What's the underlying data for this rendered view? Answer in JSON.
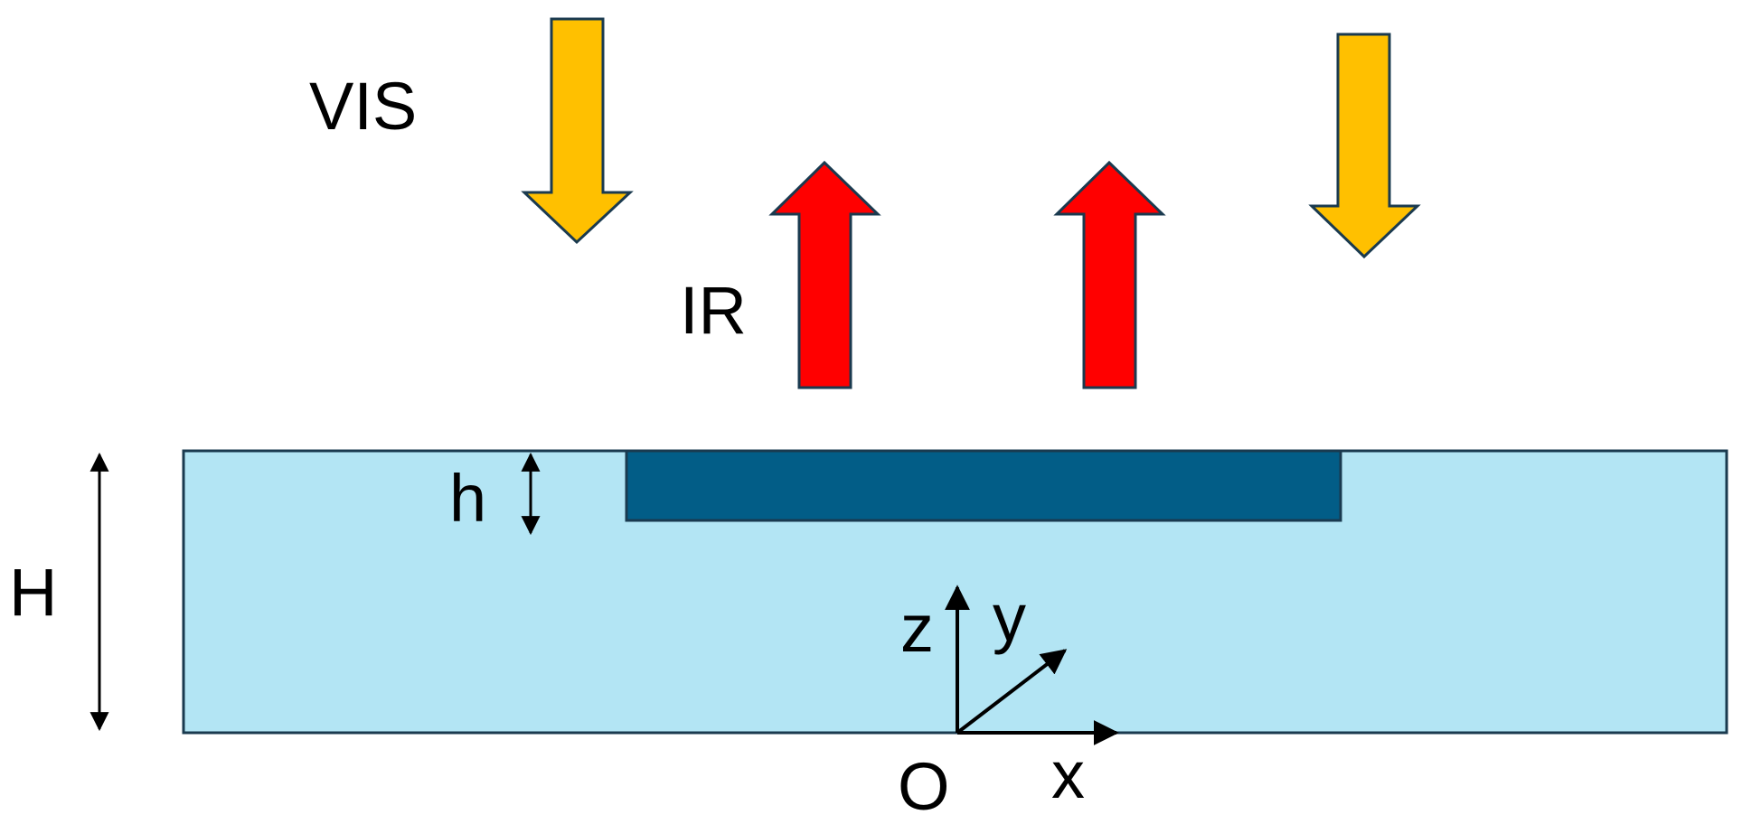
{
  "labels": {
    "visible": "VIS",
    "infrared": "IR",
    "thin_thickness": "h",
    "total_thickness": "H",
    "axis_z": "z",
    "axis_y": "y",
    "axis_x": "x",
    "origin": "O"
  },
  "colors": {
    "substrate": "#b3e5f4",
    "layer": "#025d87",
    "outline": "#1a3a4f",
    "vis_arrow": "#ffc000",
    "ir_arrow": "#ff0000",
    "ink": "#000000"
  },
  "arrows": {
    "visible_direction": "down",
    "infrared_direction": "up"
  }
}
